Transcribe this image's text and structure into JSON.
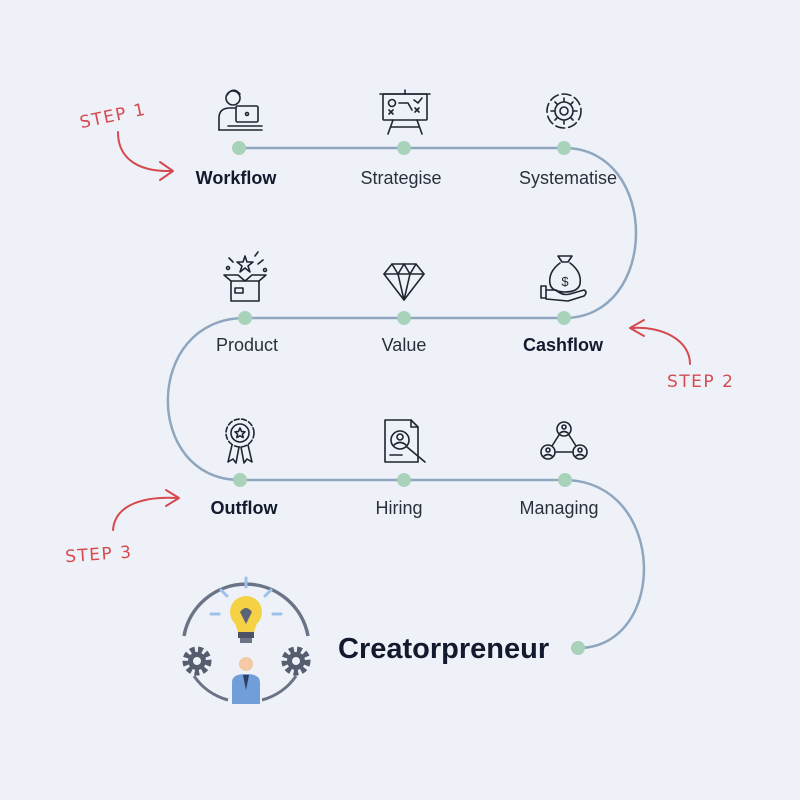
{
  "colors": {
    "background": "#eef2f8",
    "path": "#8fa6bf",
    "node": "#a9d2bb",
    "step_annotation": "#d64a4f",
    "text": "#141a2e",
    "gear": "#555d6e",
    "bulb": "#f5d245",
    "person_shirt": "#6f9ed9"
  },
  "steps": [
    {
      "label": "STEP 1"
    },
    {
      "label": "STEP 2"
    },
    {
      "label": "STEP 3"
    }
  ],
  "nodes": [
    {
      "label": "Workflow",
      "icon": "person-laptop-icon",
      "bold": true
    },
    {
      "label": "Strategise",
      "icon": "strategy-board-icon",
      "bold": false
    },
    {
      "label": "Systematise",
      "icon": "cycle-gear-icon",
      "bold": false
    },
    {
      "label": "Product",
      "icon": "open-box-icon",
      "bold": false
    },
    {
      "label": "Value",
      "icon": "diamond-icon",
      "bold": false
    },
    {
      "label": "Cashflow",
      "icon": "money-bag-hand-icon",
      "bold": true
    },
    {
      "label": "Outflow",
      "icon": "award-ribbon-icon",
      "bold": true
    },
    {
      "label": "Hiring",
      "icon": "resume-search-icon",
      "bold": false
    },
    {
      "label": "Managing",
      "icon": "team-network-icon",
      "bold": false
    }
  ],
  "final": {
    "label": "Creatorpreneur",
    "icon": "creatorpreneur-illustration-icon"
  }
}
